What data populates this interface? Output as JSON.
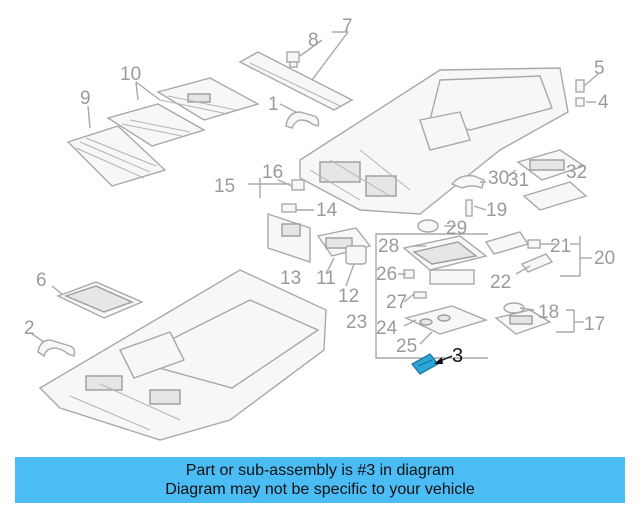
{
  "labels": {
    "l1": "1",
    "l2": "2",
    "l3": "3",
    "l4": "4",
    "l5": "5",
    "l6": "6",
    "l7": "7",
    "l8": "8",
    "l9": "9",
    "l10": "10",
    "l11": "11",
    "l12": "12",
    "l13": "13",
    "l14": "14",
    "l15": "15",
    "l16": "16",
    "l17": "17",
    "l18": "18",
    "l19": "19",
    "l20": "20",
    "l21": "21",
    "l22": "22",
    "l23": "23",
    "l24": "24",
    "l25": "25",
    "l26": "26",
    "l27": "27",
    "l28": "28",
    "l29": "29",
    "l30": "30",
    "l31": "31",
    "l32": "32"
  },
  "highlight_color": "#2aa6d8",
  "banner": {
    "line1": "Part or sub-assembly is #3 in diagram",
    "line2": "Diagram may not be specific to your vehicle",
    "color": "#4cbcf4"
  }
}
